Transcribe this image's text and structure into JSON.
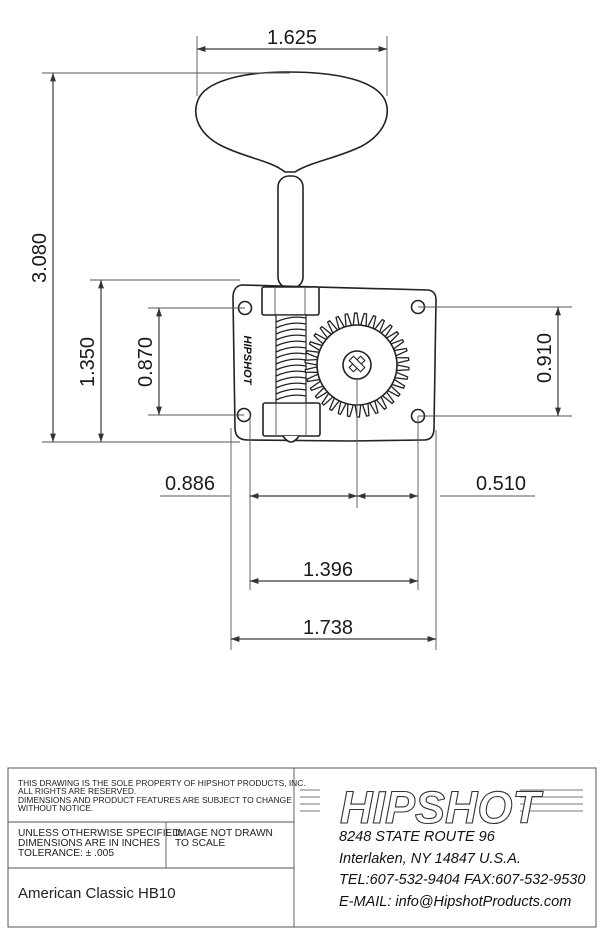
{
  "dimensions": {
    "knob_width": "1.625",
    "overall_height": "3.080",
    "plate_height": "1.350",
    "hole_spacing_left": "0.870",
    "hole_spacing_right": "0.910",
    "left_to_post": "0.886",
    "post_to_right": "0.510",
    "hole_spacing_horizontal": "1.396",
    "plate_width": "1.738"
  },
  "brand": {
    "plate_logo": "HIPSHOT",
    "logo_text": "HIPSHOT"
  },
  "title_block": {
    "notice_lines": [
      "THIS DRAWING IS THE SOLE PROPERTY OF HIPSHOT PRODUCTS, INC.",
      "ALL RIGHTS ARE RESERVED.",
      "DIMENSIONS AND PRODUCT FEATURES ARE SUBJECT TO CHANGE",
      "WITHOUT NOTICE."
    ],
    "spec_lines": [
      "UNLESS OTHERWISE SPECIFIED:",
      "DIMENSIONS ARE IN INCHES",
      "TOLERANCE:  ± .005"
    ],
    "scale_lines": [
      "IMAGE NOT DRAWN",
      "TO SCALE"
    ],
    "part_name": "American Classic HB10",
    "address_lines": [
      "8248 STATE ROUTE 96",
      "Interlaken, NY 14847 U.S.A.",
      "TEL:607-532-9404 FAX:607-532-9530",
      "E-MAIL: info@HipshotProducts.com"
    ]
  }
}
